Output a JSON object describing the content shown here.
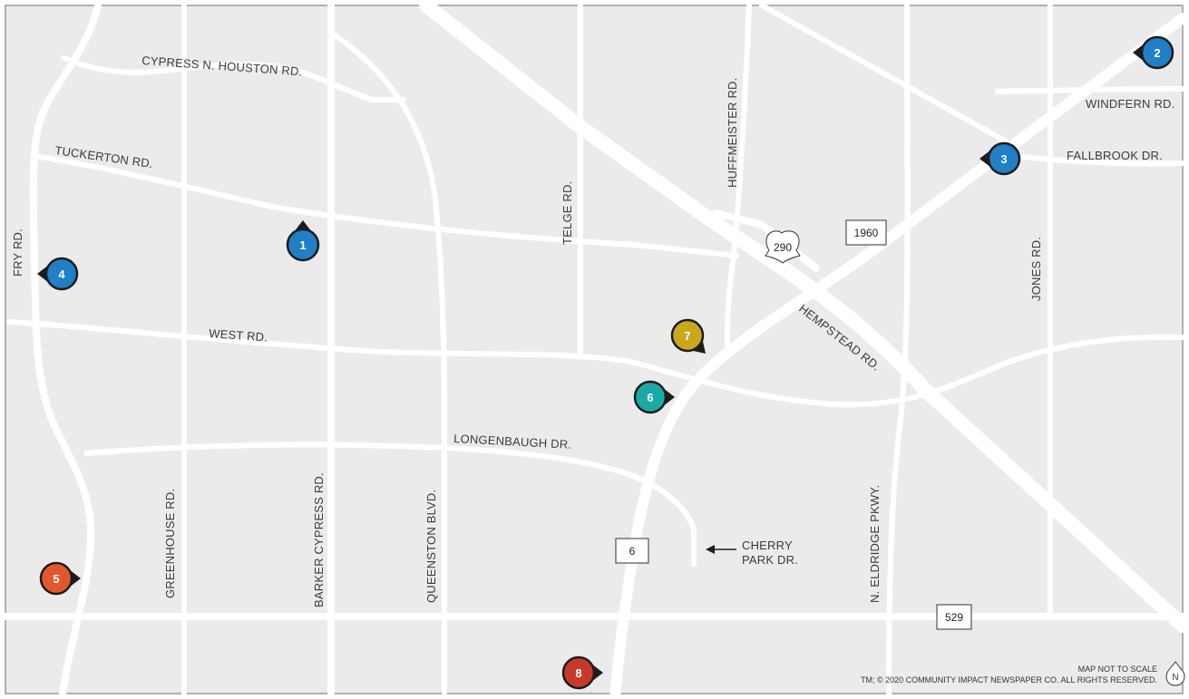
{
  "colors": {
    "land": "#ebebeb",
    "road": "#ffffff",
    "frame": "#9a9a9a",
    "label": "#3a3a3a",
    "pin_blue": "#1f7fc7",
    "pin_yellow": "#c9a81c",
    "pin_teal": "#1aa9a7",
    "pin_orange": "#e2582c",
    "pin_red": "#c73a2a",
    "pin_outline": "#1c1c1c"
  },
  "roads": {
    "cypress_n_houston": "CYPRESS N. HOUSTON RD.",
    "tuckerton": "TUCKERTON RD.",
    "fry": "FRY RD.",
    "west": "WEST RD.",
    "longenbaugh": "LONGENBAUGH DR.",
    "greenhouse": "GREENHOUSE RD.",
    "barker_cypress": "BARKER CYPRESS RD.",
    "queenston": "QUEENSTON BLVD.",
    "telge": "TELGE RD.",
    "huffmeister": "HUFFMEISTER RD.",
    "hempstead": "HEMPSTEAD RD.",
    "n_eldridge": "N. ELDRIDGE PKWY.",
    "jones": "JONES RD.",
    "windfern": "WINDFERN RD.",
    "fallbrook": "FALLBROOK DR.",
    "cherry_park_line1": "CHERRY",
    "cherry_park_line2": "PARK DR."
  },
  "shields": {
    "us_290": "290",
    "fm_1960": "1960",
    "sh_6": "6",
    "fm_529": "529"
  },
  "pins": [
    {
      "number": "1",
      "color": "blue"
    },
    {
      "number": "2",
      "color": "blue"
    },
    {
      "number": "3",
      "color": "blue"
    },
    {
      "number": "4",
      "color": "blue"
    },
    {
      "number": "5",
      "color": "orange"
    },
    {
      "number": "6",
      "color": "teal"
    },
    {
      "number": "7",
      "color": "yellow"
    },
    {
      "number": "8",
      "color": "red"
    }
  ],
  "footer": {
    "not_to_scale": "MAP NOT TO SCALE",
    "copyright": "TM; © 2020 COMMUNITY IMPACT NEWSPAPER CO. ALL RIGHTS RESERVED.",
    "north": "N"
  }
}
